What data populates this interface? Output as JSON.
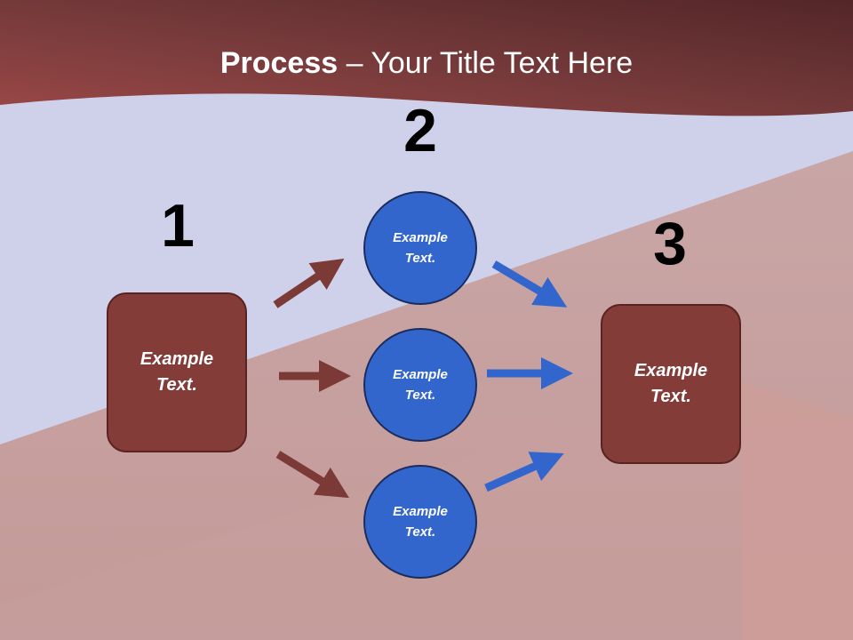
{
  "title": {
    "bold": "Process",
    "rest": " – Your Title Text Here"
  },
  "steps": [
    {
      "number": "1",
      "text": "Example Text."
    },
    {
      "number": "2",
      "items": [
        "Example Text.",
        "Example Text.",
        "Example Text."
      ]
    },
    {
      "number": "3",
      "text": "Example Text."
    }
  ],
  "colors": {
    "header": "#7a3634",
    "box": "#833c38",
    "circle": "#3366cc",
    "arrow_brown": "#7b3a36",
    "arrow_blue": "#3366cc"
  }
}
